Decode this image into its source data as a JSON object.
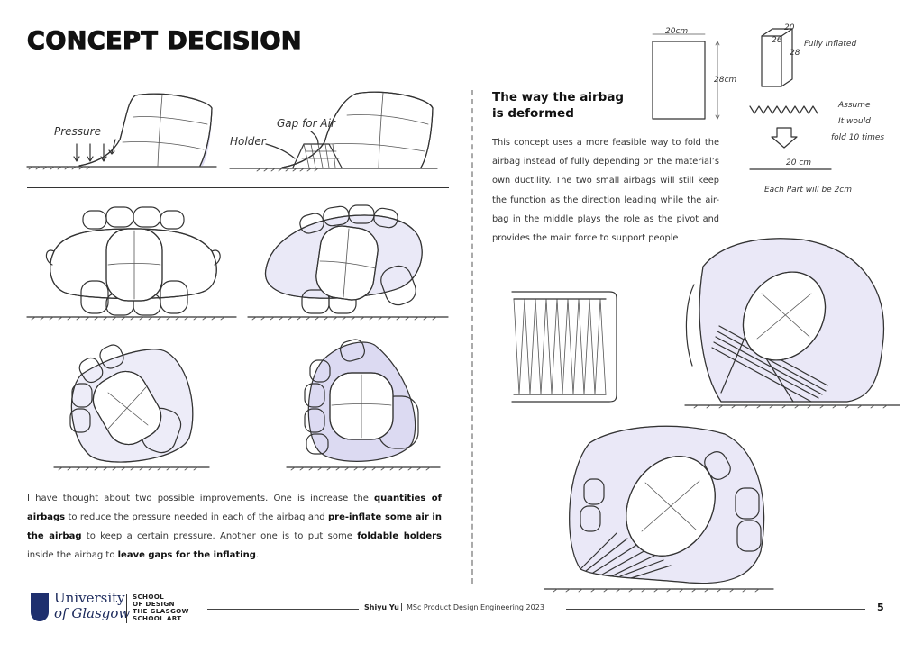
{
  "page": {
    "title": "CONCEPT DECISION",
    "page_number": "5"
  },
  "sketch_labels": {
    "pressure": "Pressure",
    "gap_for_air": "Gap for Air",
    "holder": "Holder",
    "dim_width": "20cm",
    "dim_height": "28cm",
    "dim_top": "20",
    "dim_side_a": "26",
    "dim_side_b": "28",
    "fully_inflated": "Fully Inflated",
    "assume_note_1": "Assume",
    "assume_note_2": "It would",
    "assume_note_3": "fold 10 times",
    "fold_width": "20 cm",
    "each_part": "Each Part will be 2cm"
  },
  "right_section": {
    "heading_line1": "The way the airbag",
    "heading_line2": "is deformed",
    "paragraph": "This concept uses a more feasible way to fold the airbag instead of fully depending on the material’s own ductility. The two small airbags will still keep the function as the direction leading while the air-bag in the middle   plays the role as the pivot and provides the main force to support people"
  },
  "left_section": {
    "p1": "I have thought about two possible improvements. One is increase the ",
    "b1": "quantities of airbags",
    "p2": " to reduce the pressure needed in each of the airbag and ",
    "b2": "pre-inflate some air in the airbag",
    "p3": " to keep a certain pressure. Another one is to put some ",
    "b3": "foldable holders",
    "p4": " inside the airbag to ",
    "b4": "leave gaps for the inflating",
    "p5": "."
  },
  "footer": {
    "university_line1": "University",
    "university_line2": "of Glasgow",
    "school_line1": "SCHOOL",
    "school_line2": "OF DESIGN",
    "school_line3": "THE GLASGOW",
    "school_line4": "SCHOOL",
    "school_line4b": "ART",
    "author": "Shiyu Yu",
    "programme": "MSc Product Design Engineering 2023"
  }
}
